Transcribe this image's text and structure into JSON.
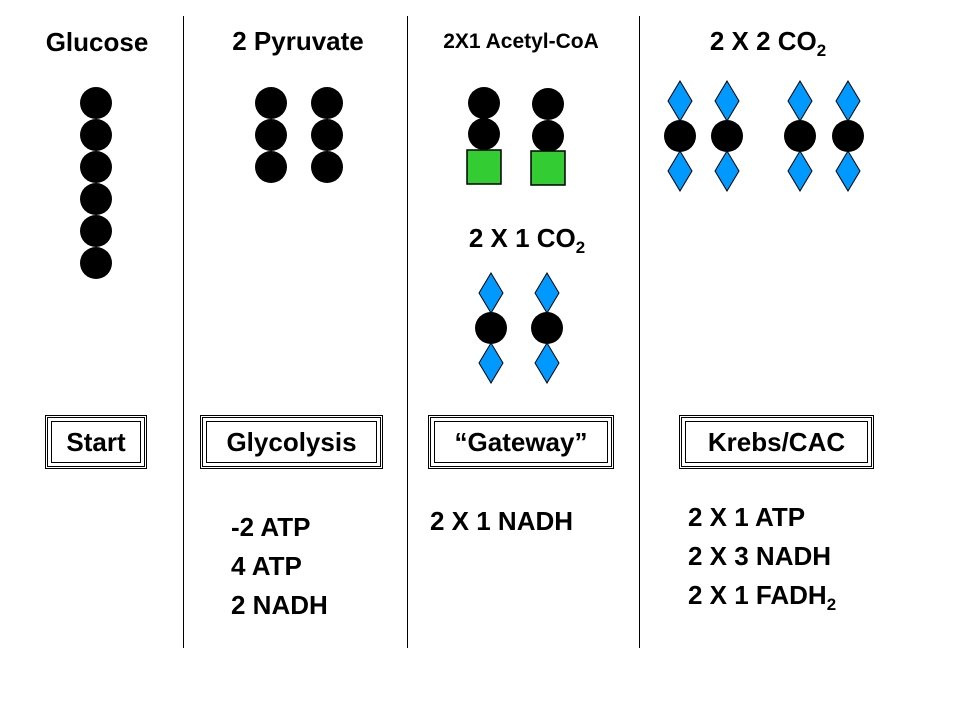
{
  "columns": [
    {
      "title": "Glucose",
      "stage": "Start"
    },
    {
      "title": "2 Pyruvate",
      "stage": "Glycolysis",
      "results": [
        "-2 ATP",
        "4 ATP",
        "2 NADH"
      ]
    },
    {
      "title": "2X1 Acetyl-CoA",
      "subtitle": {
        "text": "2 X 1 CO",
        "sub": "2"
      },
      "stage": "“Gateway”",
      "results": [
        "2 X 1 NADH"
      ]
    },
    {
      "title": {
        "text": "2 X 2 CO",
        "sub": "2"
      },
      "stage": "Krebs/CAC",
      "results": [
        "2 X 1 ATP",
        "2 X 3 NADH",
        {
          "text": "2 X 1 FADH",
          "sub": "2"
        }
      ]
    }
  ],
  "colors": {
    "carbon": "#000000",
    "coa": "#33cc33",
    "oxygen": "#0099ff"
  }
}
